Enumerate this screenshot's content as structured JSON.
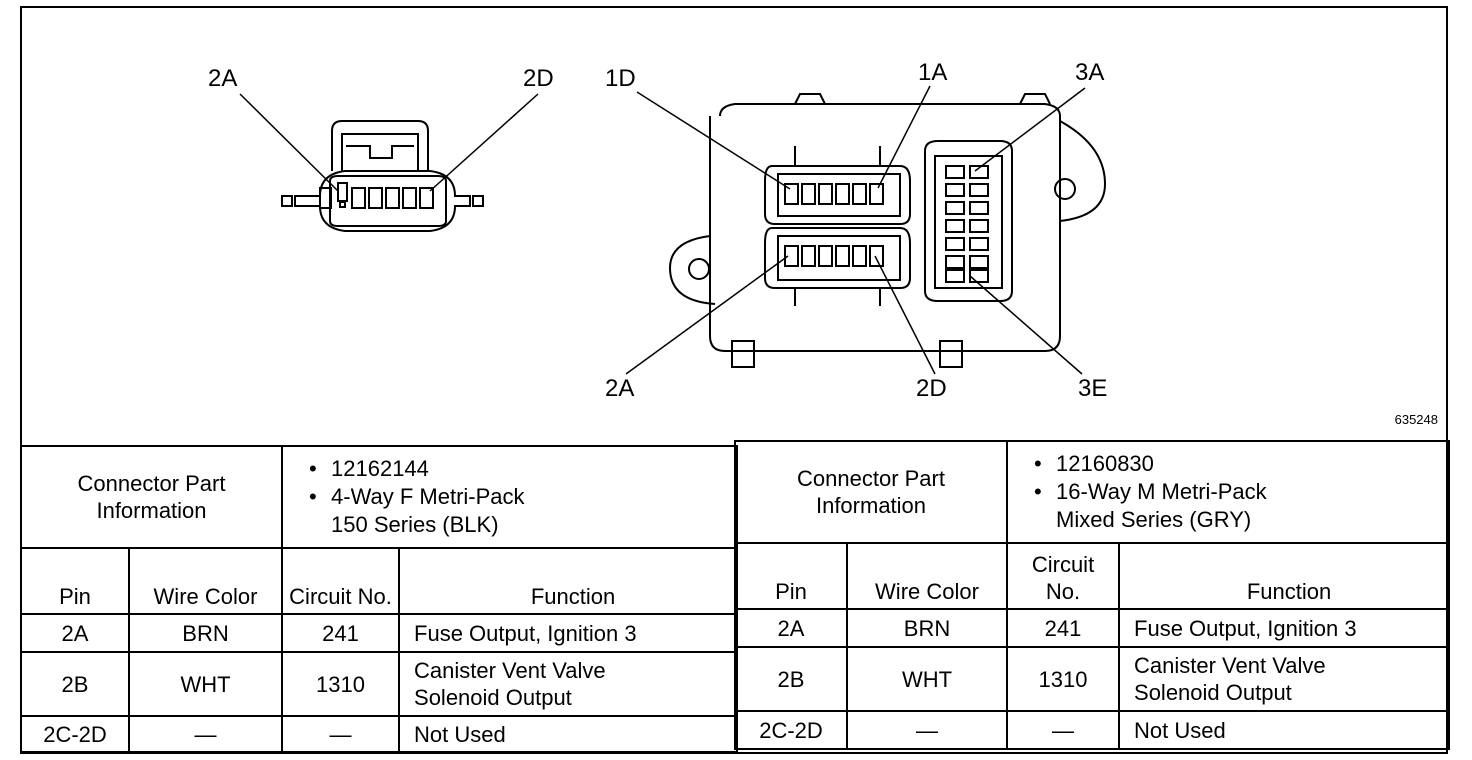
{
  "figure": {
    "code": "635248",
    "left_connector_labels": [
      "2A",
      "2D"
    ],
    "right_connector_labels": [
      "1D",
      "1A",
      "3A",
      "2A",
      "2D",
      "3E"
    ]
  },
  "tables": [
    {
      "connector_label": "Connector Part Information",
      "part_info": [
        "12162144",
        "4-Way F Metri-Pack",
        "150 Series (BLK)"
      ],
      "headers": {
        "pin": "Pin",
        "wire_color": "Wire Color",
        "circuit_no": "Circuit No.",
        "function": "Function"
      },
      "rows": [
        {
          "pin": "2A",
          "wire_color": "BRN",
          "circuit_no": "241",
          "function": [
            "Fuse Output, Ignition 3"
          ]
        },
        {
          "pin": "2B",
          "wire_color": "WHT",
          "circuit_no": "1310",
          "function": [
            "Canister Vent Valve",
            "Solenoid Output"
          ]
        },
        {
          "pin": "2C-2D",
          "wire_color": "—",
          "circuit_no": "—",
          "function": [
            "Not Used"
          ]
        }
      ]
    },
    {
      "connector_label": "Connector Part Information",
      "part_info": [
        "12160830",
        "16-Way M Metri-Pack",
        "Mixed Series (GRY)"
      ],
      "headers": {
        "pin": "Pin",
        "wire_color": "Wire Color",
        "circuit_no": "Circuit No.",
        "function": "Function"
      },
      "rows": [
        {
          "pin": "2A",
          "wire_color": "BRN",
          "circuit_no": "241",
          "function": [
            "Fuse Output, Ignition 3"
          ]
        },
        {
          "pin": "2B",
          "wire_color": "WHT",
          "circuit_no": "1310",
          "function": [
            "Canister Vent Valve",
            "Solenoid Output"
          ]
        },
        {
          "pin": "2C-2D",
          "wire_color": "—",
          "circuit_no": "—",
          "function": [
            "Not Used"
          ]
        }
      ]
    }
  ]
}
